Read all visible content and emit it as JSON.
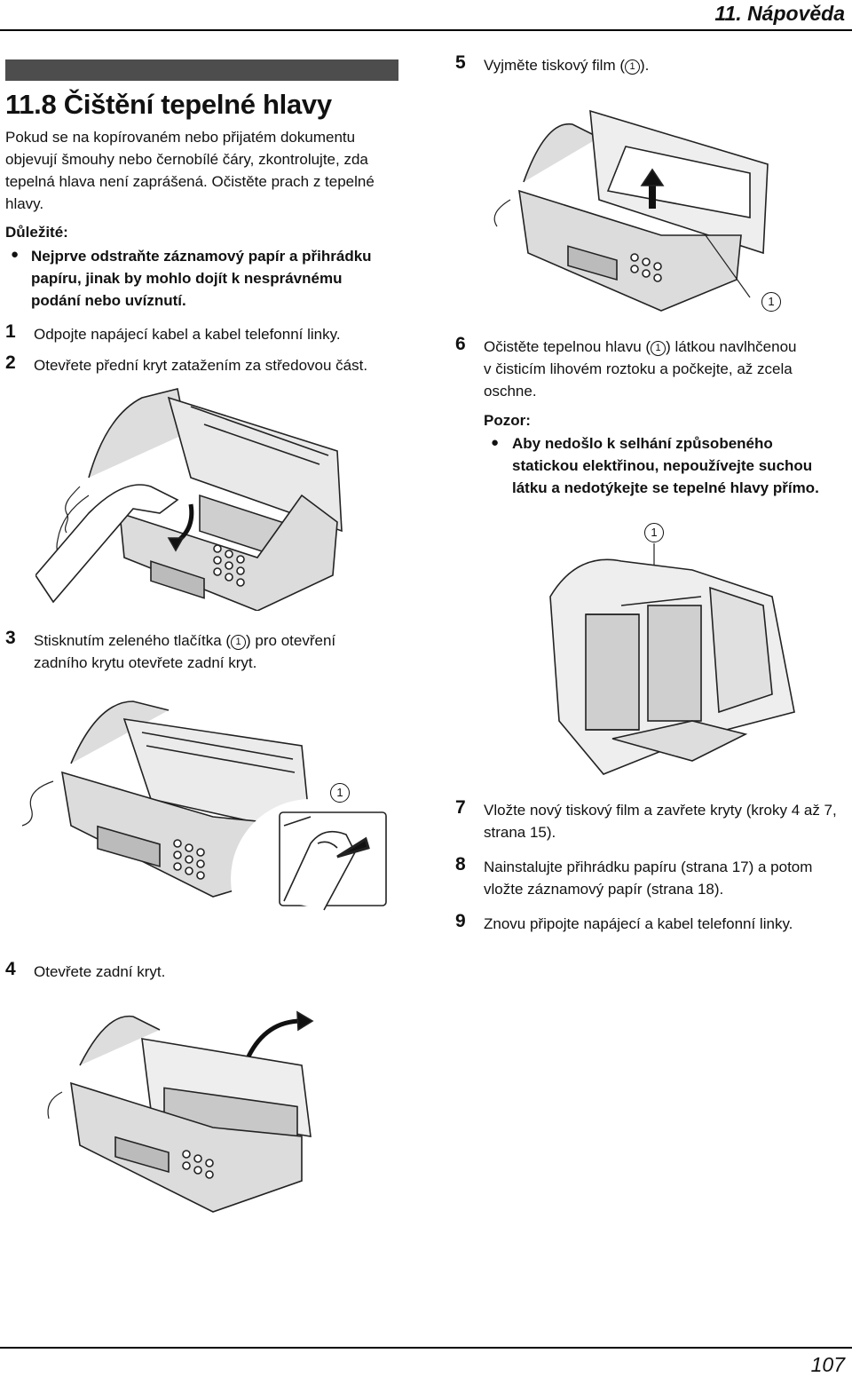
{
  "header": {
    "chapter": "11. Nápověda"
  },
  "section": {
    "title": "11.8 Čištění tepelné hlavy",
    "intro": [
      "Pokud se na kopírovaném nebo přijatém dokumentu",
      "objevují šmouhy nebo černobílé čáry, zkontrolujte, zda",
      "tepelná hlava není zaprášená. Očistěte prach z tepelné",
      "hlavy."
    ],
    "important_label": "Důležité:",
    "important_bullet": [
      "Nejprve odstraňte záznamový papír a přihrádku",
      "papíru, jinak by mohlo dojít k nesprávnému",
      "podání nebo uvíznutí."
    ]
  },
  "steps": {
    "s1": {
      "num": "1",
      "text": "Odpojte napájecí kabel a kabel telefonní linky."
    },
    "s2": {
      "num": "2",
      "text": "Otevřete přední kryt zatažením za středovou část."
    },
    "s3": {
      "num": "3",
      "pre": "Stisknutím zeleného tlačítka (",
      "post": ") pro otevření",
      "line2": "zadního krytu otevřete zadní kryt."
    },
    "s4": {
      "num": "4",
      "text": "Otevřete zadní kryt."
    },
    "s5": {
      "num": "5",
      "pre": "Vyjměte tiskový film (",
      "post": ")."
    },
    "s6": {
      "num": "6",
      "pre": "Očistěte tepelnou hlavu (",
      "post": ") látkou navlhčenou",
      "line2": "v čisticím lihovém roztoku a počkejte, až zcela",
      "line3": "oschne."
    },
    "s7": {
      "num": "7",
      "line1": "Vložte nový tiskový film a zavřete kryty (kroky 4 až 7,",
      "line2": "strana 15)."
    },
    "s8": {
      "num": "8",
      "line1": "Nainstalujte přihrádku papíru (strana 17) a potom",
      "line2": "vložte záznamový papír (strana 18)."
    },
    "s9": {
      "num": "9",
      "text": "Znovu připojte napájecí a kabel telefonní linky."
    }
  },
  "caution": {
    "label": "Pozor:",
    "bullet": [
      "Aby nedošlo k selhání způsobeného",
      "statickou elektřinou, nepoužívejte suchou",
      "látku a nedotýkejte se tepelné hlavy přímo."
    ]
  },
  "callout": "1",
  "footer": {
    "page": "107"
  }
}
